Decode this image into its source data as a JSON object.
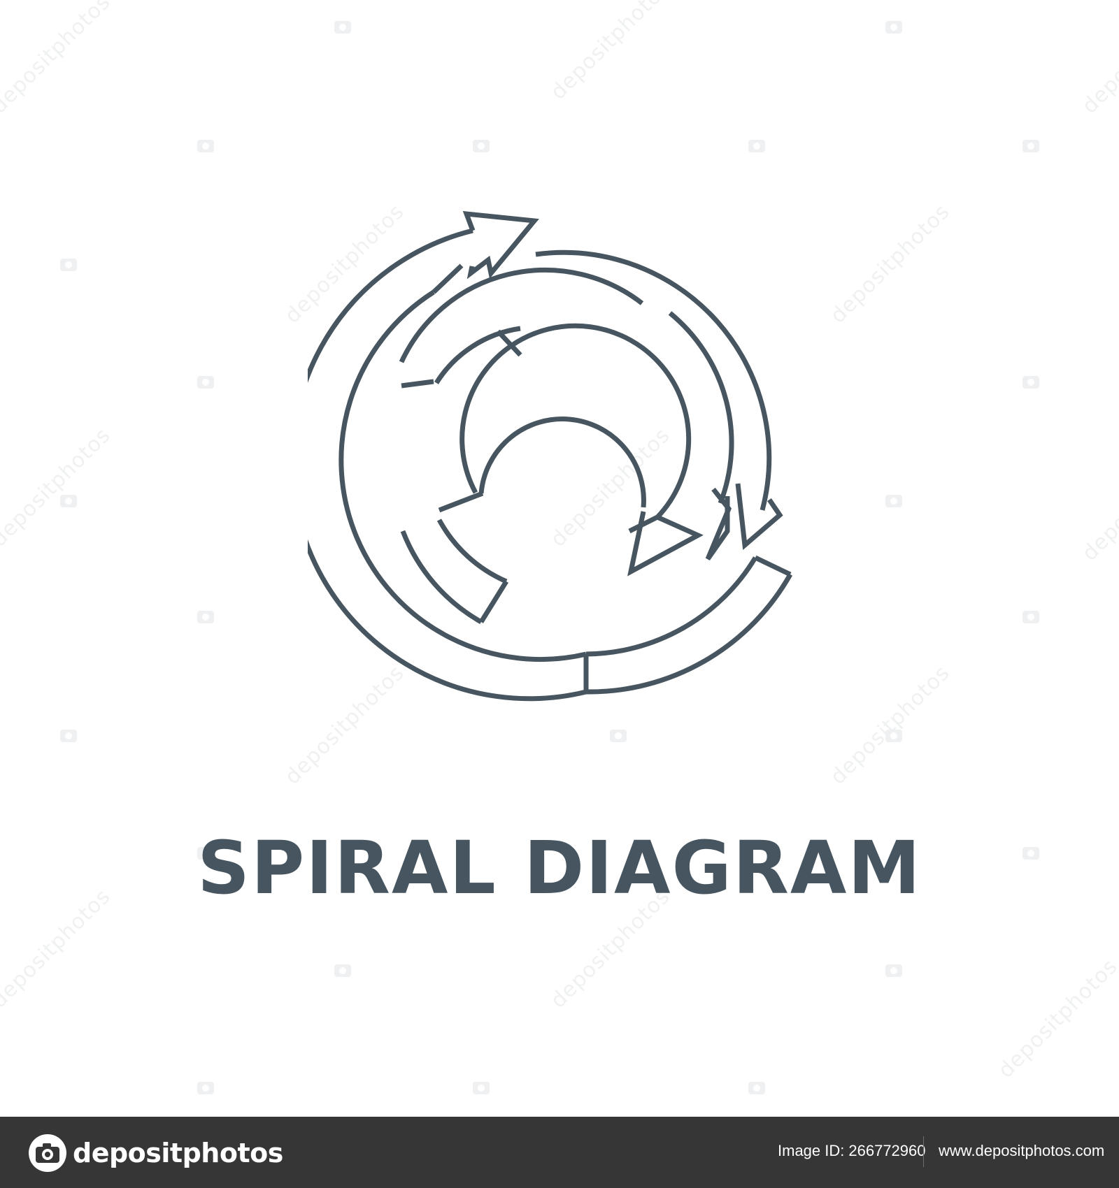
{
  "icon": {
    "name": "spiral-diagram-icon",
    "stroke_color": "#46555f"
  },
  "title": "SPIRAL DIAGRAM",
  "footer": {
    "brand_name": "depositphotos",
    "image_id_label": "Image ID:",
    "image_id_value": "266772960",
    "site_url": "www.depositphotos.com",
    "background_color": "#363636"
  },
  "watermark": {
    "text": "depositphotos"
  }
}
